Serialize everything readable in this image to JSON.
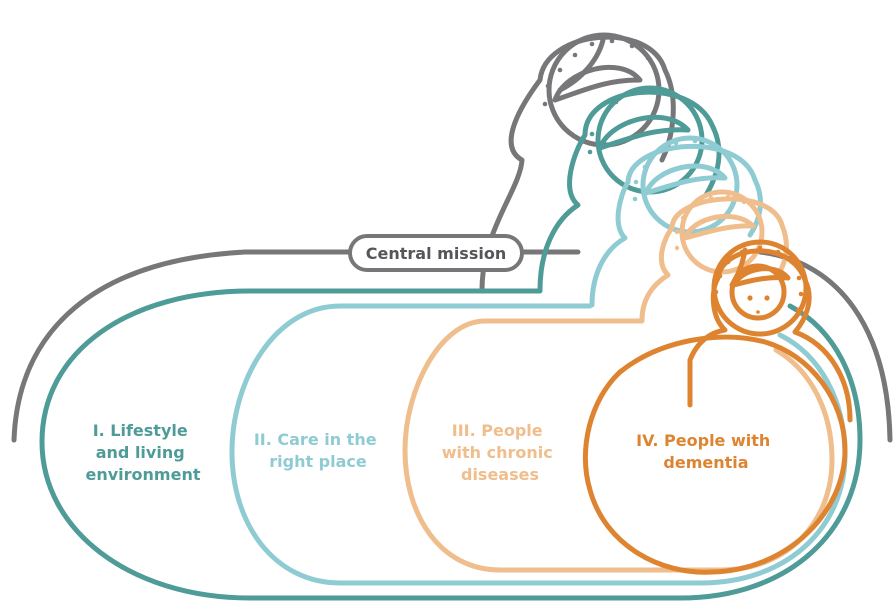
{
  "diagram": {
    "central_mission": "Central mission",
    "levels": [
      {
        "lines": [
          "I. Lifestyle",
          "and living",
          "environment"
        ],
        "color": "#4e9b98"
      },
      {
        "lines": [
          "II. Care in the",
          "right place"
        ],
        "color": "#8fcbd3"
      },
      {
        "lines": [
          "III. People",
          "with chronic",
          "diseases"
        ],
        "color": "#efbe8c"
      },
      {
        "lines": [
          "IV. People with",
          "dementia"
        ],
        "color": "#de8430"
      }
    ],
    "colors": {
      "central": "#77777a",
      "teal": "#4e9b98",
      "light_blue": "#8fcbd3",
      "peach": "#efbe8c",
      "orange": "#de8430"
    }
  }
}
